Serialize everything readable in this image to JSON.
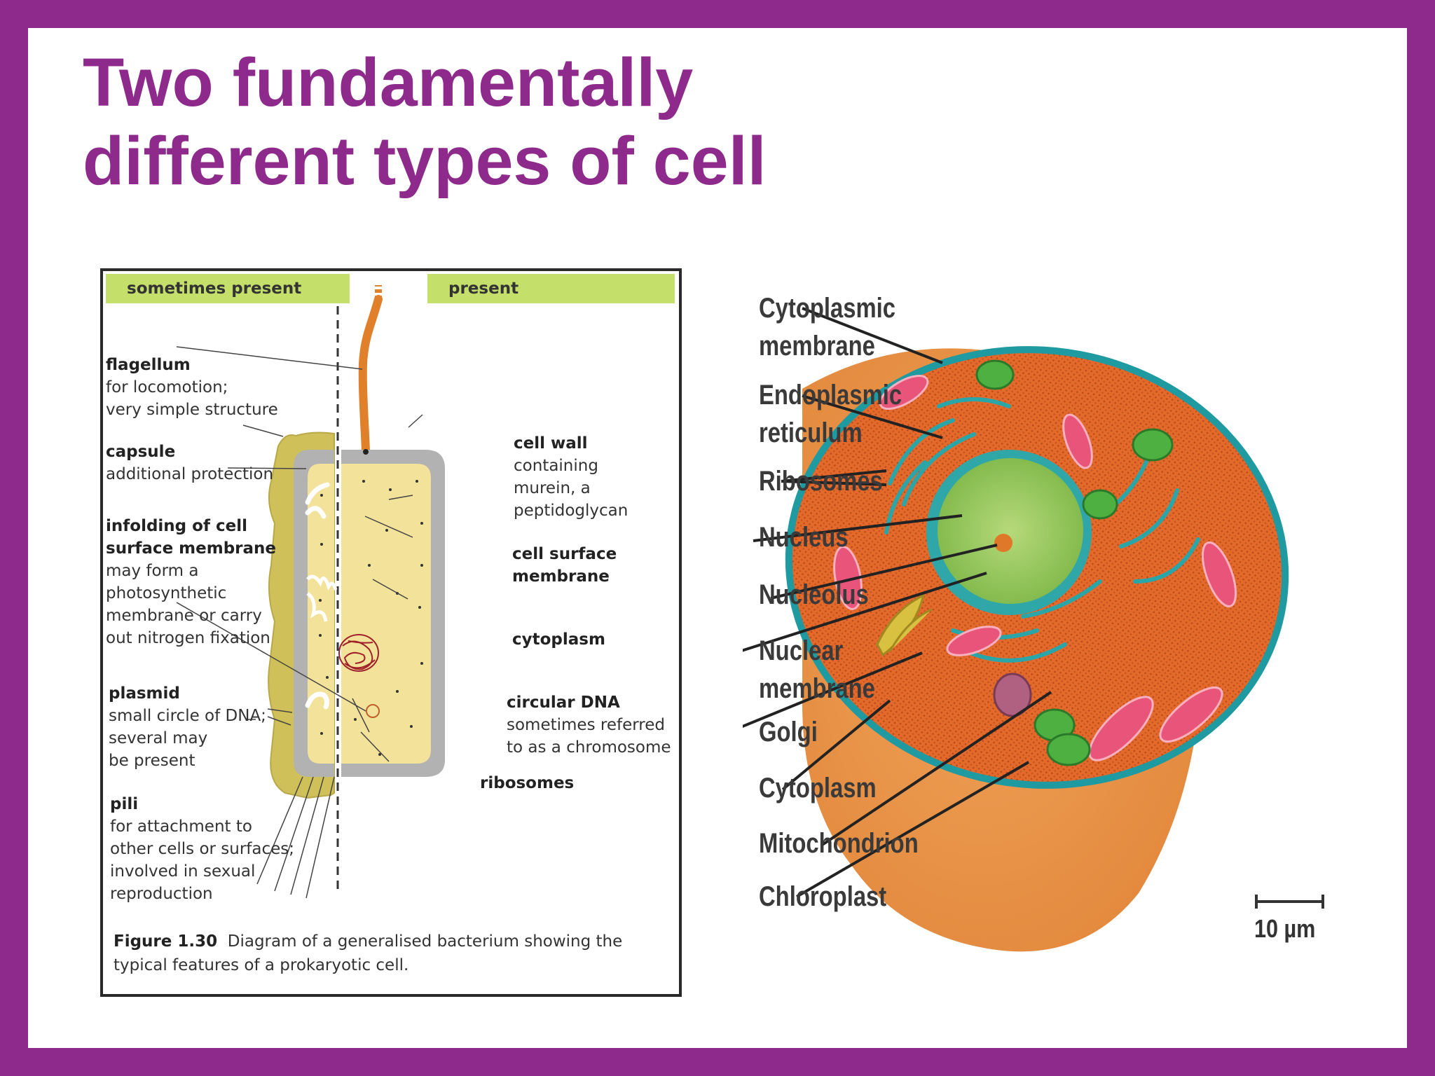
{
  "title": {
    "line1": "Two fundamentally",
    "line2": "different types of cell"
  },
  "prokaryote": {
    "header_left": "sometimes present",
    "header_right": "present",
    "flagellum": {
      "name": "flagellum",
      "desc1": "for locomotion;",
      "desc2": "very simple structure"
    },
    "capsule": {
      "name": "capsule",
      "desc1": "additional protection"
    },
    "infolding": {
      "name1": "infolding of cell",
      "name2": "surface membrane",
      "desc1": "may form a",
      "desc2": "photosynthetic",
      "desc3": "membrane or carry",
      "desc4": "out nitrogen fixation"
    },
    "plasmid": {
      "name": "plasmid",
      "desc1": "small circle of DNA;",
      "desc2": "several may",
      "desc3": "be present"
    },
    "pili": {
      "name": "pili",
      "desc1": "for attachment to",
      "desc2": "other cells or surfaces;",
      "desc3": "involved in sexual",
      "desc4": "reproduction"
    },
    "cell_wall": {
      "name": "cell wall",
      "desc1": "containing",
      "desc2": "murein, a",
      "desc3": "peptidoglycan"
    },
    "cell_surface_membrane": {
      "name1": "cell surface",
      "name2": "membrane"
    },
    "cytoplasm": {
      "name": "cytoplasm"
    },
    "circular_dna": {
      "name": "circular DNA",
      "desc1": "sometimes referred",
      "desc2": "to as a chromosome"
    },
    "ribosomes": {
      "name": "ribosomes"
    },
    "caption": {
      "figure": "Figure 1.30",
      "text": "Diagram of a generalised bacterium showing the typical features of a prokaryotic cell."
    }
  },
  "eukaryote": {
    "labels": {
      "cytoplasmic_membrane": [
        "Cytoplasmic",
        "membrane"
      ],
      "endoplasmic_reticulum": [
        "Endoplasmic",
        "reticulum"
      ],
      "ribosomes": "Ribosomes",
      "nucleus": "Nucleus",
      "nucleolus": "Nucleolus",
      "nuclear_membrane": [
        "Nuclear",
        "membrane"
      ],
      "golgi": "Golgi",
      "cytoplasm": "Cytoplasm",
      "mitochondrion": "Mitochondrion",
      "chloroplast": "Chloroplast"
    },
    "scale_bar": "10 µm"
  },
  "colors": {
    "border_purple": "#8e2a8b",
    "header_green": "#c5e06a",
    "capsule": "#cfc05a",
    "cytoplasm_prok": "#f3e29a",
    "cell_orange": "#e27a3a",
    "nucleus_green": "#9ccb5c"
  }
}
